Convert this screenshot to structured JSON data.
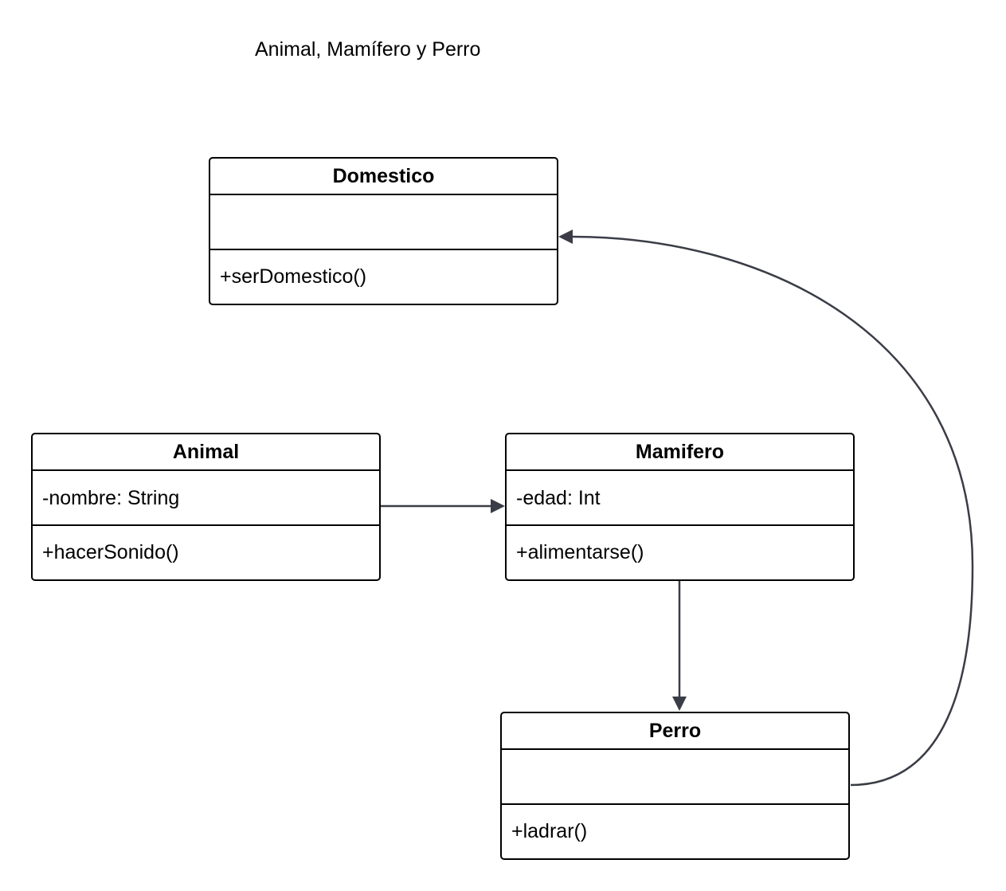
{
  "diagram": {
    "title": "Animal, Mamífero y Perro"
  },
  "classes": {
    "domestico": {
      "name": "Domestico",
      "attributes": "",
      "methods": "+serDomestico()"
    },
    "animal": {
      "name": "Animal",
      "attributes": "-nombre: String",
      "methods": "+hacerSonido()"
    },
    "mamifero": {
      "name": "Mamifero",
      "attributes": "-edad: Int",
      "methods": "+alimentarse()"
    },
    "perro": {
      "name": "Perro",
      "attributes": "",
      "methods": "+ladrar()"
    }
  },
  "relations": [
    {
      "from": "Animal",
      "to": "Mamifero"
    },
    {
      "from": "Mamifero",
      "to": "Perro"
    },
    {
      "from": "Perro",
      "to": "Domestico"
    }
  ],
  "colors": {
    "edge": "#3a3d46",
    "border": "#000000",
    "background": "#ffffff"
  }
}
